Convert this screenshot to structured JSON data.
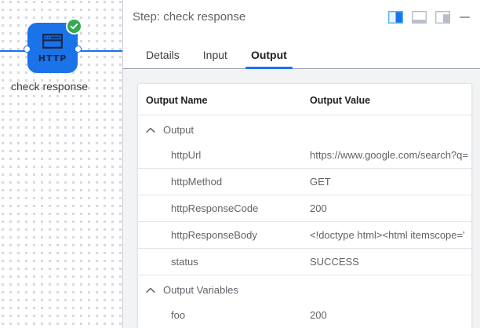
{
  "canvas": {
    "node": {
      "label": "check response",
      "icon_name": "http-browser-icon",
      "type_text": "HTTP",
      "status_icon": "check-circle-icon",
      "color": "#1a73e8",
      "status_color": "#34a853"
    }
  },
  "panel": {
    "title": "Step: check response",
    "actions": [
      {
        "name": "layout-split-vertical-icon",
        "selected": true
      },
      {
        "name": "layout-dock-bottom-icon",
        "selected": false
      },
      {
        "name": "layout-dock-right-icon",
        "selected": false
      },
      {
        "name": "minimize-icon",
        "selected": false
      }
    ],
    "tabs": [
      {
        "label": "Details",
        "active": false
      },
      {
        "label": "Input",
        "active": false
      },
      {
        "label": "Output",
        "active": true
      }
    ],
    "table": {
      "columns": [
        "Output Name",
        "Output Value"
      ],
      "groups": [
        {
          "label": "Output",
          "expanded": true,
          "rows": [
            {
              "name": "httpUrl",
              "value": "https://www.google.com/search?q="
            },
            {
              "name": "httpMethod",
              "value": "GET"
            },
            {
              "name": "httpResponseCode",
              "value": "200"
            },
            {
              "name": "httpResponseBody",
              "value": "<!doctype html><html itemscope='"
            },
            {
              "name": "status",
              "value": "SUCCESS"
            }
          ]
        },
        {
          "label": "Output Variables",
          "expanded": true,
          "rows": [
            {
              "name": "foo",
              "value": "200"
            }
          ]
        }
      ]
    }
  },
  "colors": {
    "accent": "#1a73e8",
    "success": "#34a853",
    "text_primary": "#202124",
    "text_secondary": "#5f6368",
    "panel_bg": "#f1f3f4"
  }
}
